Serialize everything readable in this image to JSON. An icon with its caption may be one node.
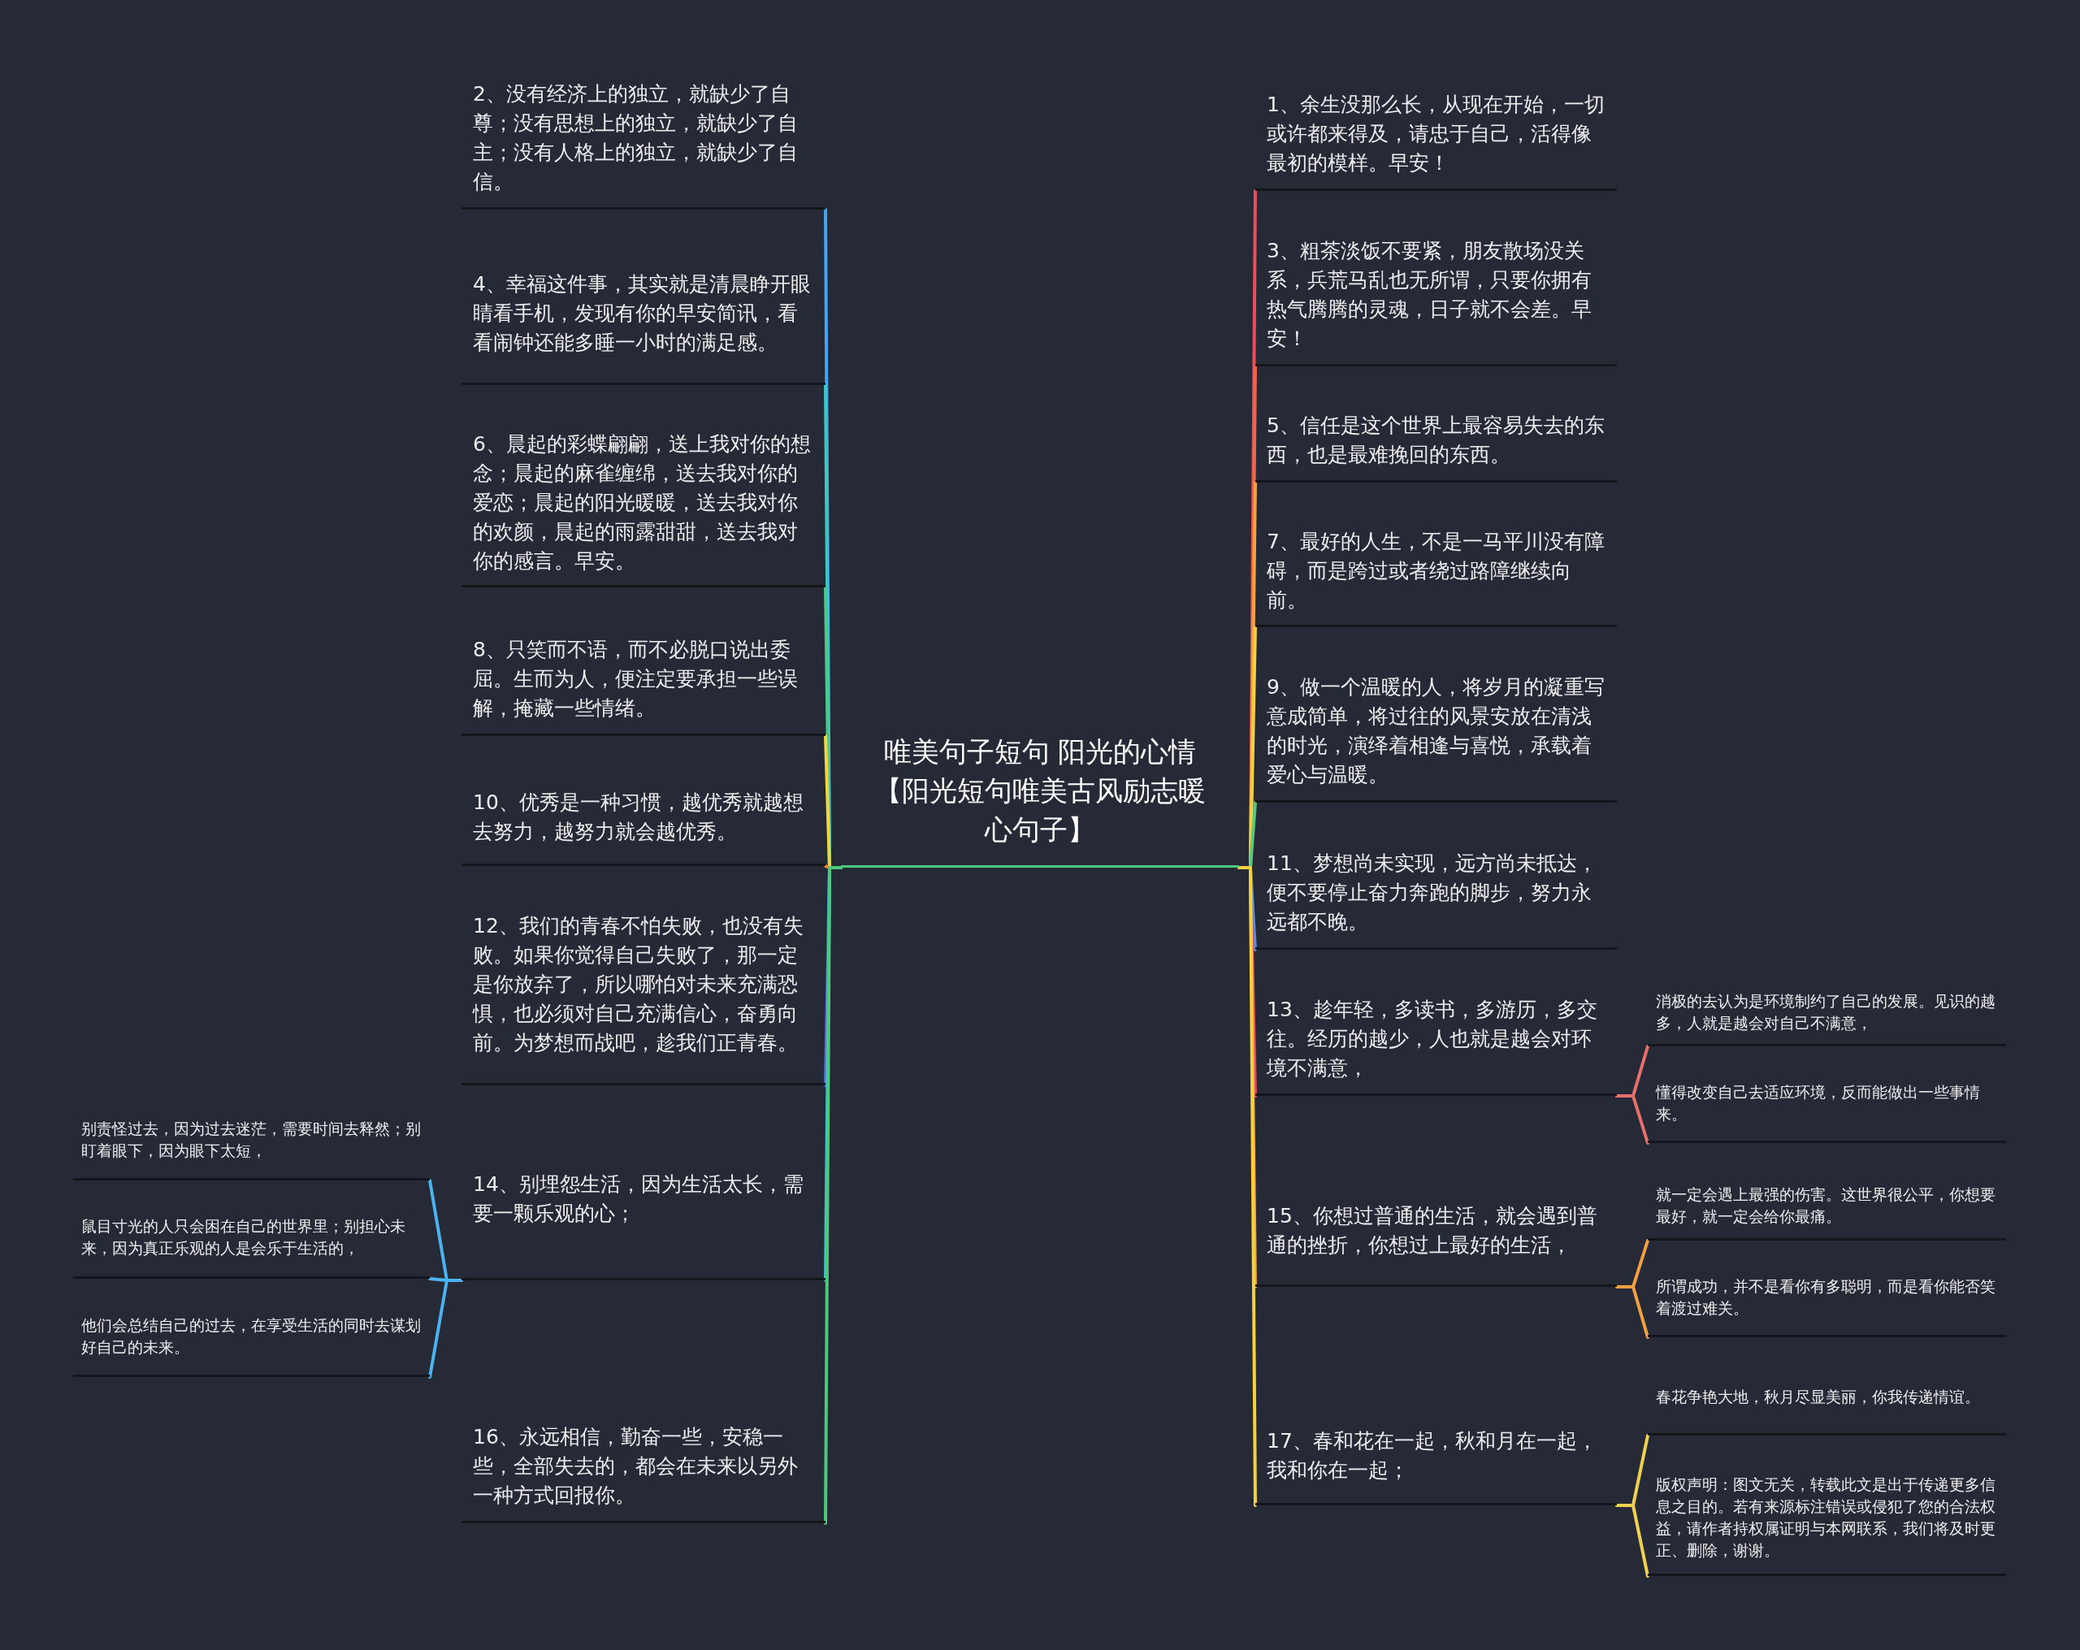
{
  "diagram": {
    "nodes": [
      {
        "text": [
          "唯美句子短句 阳光的心情【阳光短句唯美古风励志暖心句子】"
        ]
      },
      {
        "text": [
          "2、没有经济上的独立，就缺少了自尊；没有思想上的独立，就缺少了自主；没有人格上的独立，就缺少了自信。"
        ]
      },
      {
        "text": [
          "4、幸福这件事，其实就是清晨睁开眼睛看手机，发现有你的早安简讯，看看闹钟还能多睡一小时的满足感。"
        ]
      },
      {
        "text": [
          "6、晨起的彩蝶翩翩，送上我对你的想念；晨起的麻雀缠绵，送去我对你的爱恋；晨起的阳光暖暖，送去我对你的欢颜，晨起的雨露甜甜，送去我对你的感言。早安。"
        ]
      },
      {
        "text": [
          "8、只笑而不语，而不必脱口说出委屈。生而为人，便注定要承担一些误解，掩藏一些情绪。"
        ]
      },
      {
        "text": [
          "10、优秀是一种习惯，越优秀就越想去努力，越努力就会越优秀。"
        ]
      },
      {
        "text": [
          "12、我们的青春不怕失败，也没有失败。如果你觉得自己失败了，那一定是你放弃了，所以哪怕对未来充满恐惧，也必须对自己充满信心，奋勇向前。为梦想而战吧，趁我们正青春。"
        ]
      },
      {
        "text": [
          "14、别埋怨生活，因为生活太长，需要一颗乐观的心；"
        ]
      },
      {
        "text": [
          "别责怪过去，因为过去迷茫，需要时间去释然；别盯着眼下，因为眼下太短，"
        ]
      },
      {
        "text": [
          "鼠目寸光的人只会困在自己的世界里；别担心未来，因为真正乐观的人是会乐于生活的，"
        ]
      },
      {
        "text": [
          "他们会总结自己的过去，在享受生活的同时去谋划好自己的未来。"
        ]
      },
      {
        "text": [
          "16、永远相信，勤奋一些，安稳一些，全部失去的，都会在未来以另外一种方式回报你。"
        ]
      },
      {
        "text": [
          "1、余生没那么长，从现在开始，一切或许都来得及，请忠于自己，活得像最初的模样。早安！"
        ]
      },
      {
        "text": [
          "3、粗茶淡饭不要紧，朋友散场没关系，兵荒马乱也无所谓，只要你拥有热气腾腾的灵魂，日子就不会差。早安！"
        ]
      },
      {
        "text": [
          "5、信任是这个世界上最容易失去的东西，也是最难挽回的东西。"
        ]
      },
      {
        "text": [
          "7、最好的人生，不是一马平川没有障碍，而是跨过或者绕过路障继续向前。"
        ]
      },
      {
        "text": [
          "9、做一个温暖的人，将岁月的凝重写意成简单，将过往的风景安放在清浅的时光，演绎着相逢与喜悦，承载着爱心与温暖。"
        ]
      },
      {
        "text": [
          "11、梦想尚未实现，远方尚未抵达，便不要停止奋力奔跑的脚步，努力永远都不晚。"
        ]
      },
      {
        "text": [
          "13、趁年轻，多读书，多游历，多交往。经历的越少，人也就是越会对环境不满意，"
        ]
      },
      {
        "text": [
          "消极的去认为是环境制约了自己的发展。见识的越多，人就是越会对自己不满意，"
        ]
      },
      {
        "text": [
          "懂得改变自己去适应环境，反而能做出一些事情来。"
        ]
      },
      {
        "text": [
          "15、你想过普通的生活，就会遇到普通的挫折，你想过上最好的生活，"
        ]
      },
      {
        "text": [
          "就一定会遇上最强的伤害。这世界很公平，你想要最好，就一定会给你最痛。"
        ]
      },
      {
        "text": [
          "所谓成功，并不是看你有多聪明，而是看你能否笑着渡过难关。"
        ]
      },
      {
        "text": [
          "17、春和花在一起，秋和月在一起，我和你在一起；"
        ]
      },
      {
        "text": [
          "春花争艳大地，秋月尽显美丽，你我传递情谊。"
        ]
      },
      {
        "text": [
          "版权声明：图文无关，转载此文是出于传递更多信息之目的。若有来源标注错误或侵犯了您的合法权益，请作者持权属证明与本网联系，我们将及时更正、删除，谢谢。"
        ]
      }
    ],
    "edges": [
      {
        "from": 0,
        "to": 1,
        "arrow": "none",
        "color": "#42a5f5"
      },
      {
        "from": 0,
        "to": 2,
        "arrow": "none",
        "color": "#3cc8c0"
      },
      {
        "from": 0,
        "to": 3,
        "arrow": "none",
        "color": "#4cc98a"
      },
      {
        "from": 0,
        "to": 4,
        "arrow": "none",
        "color": "#f2d541"
      },
      {
        "from": 0,
        "to": 5,
        "arrow": "none",
        "color": "#f08a3c"
      },
      {
        "from": 0,
        "to": 6,
        "arrow": "none",
        "color": "#5b6ee1"
      },
      {
        "from": 0,
        "to": 7,
        "arrow": "none",
        "color": "#3ec1e0"
      },
      {
        "from": 7,
        "to": 8,
        "arrow": "none",
        "color": "#4ab3f0"
      },
      {
        "from": 7,
        "to": 9,
        "arrow": "none",
        "color": "#4ab3f0"
      },
      {
        "from": 7,
        "to": 10,
        "arrow": "none",
        "color": "#4ab3f0"
      },
      {
        "from": 0,
        "to": 11,
        "arrow": "none",
        "color": "#4cc97a"
      },
      {
        "from": 0,
        "to": 12,
        "arrow": "none",
        "color": "#e8505b"
      },
      {
        "from": 0,
        "to": 13,
        "arrow": "none",
        "color": "#f0644a"
      },
      {
        "from": 0,
        "to": 14,
        "arrow": "none",
        "color": "#f7a440"
      },
      {
        "from": 0,
        "to": 15,
        "arrow": "none",
        "color": "#f5d040"
      },
      {
        "from": 0,
        "to": 16,
        "arrow": "none",
        "color": "#5ac87a"
      },
      {
        "from": 0,
        "to": 17,
        "arrow": "none",
        "color": "#4a90e2"
      },
      {
        "from": 0,
        "to": 18,
        "arrow": "none",
        "color": "#e84a5f"
      },
      {
        "from": 18,
        "to": 19,
        "arrow": "none",
        "color": "#e8706a"
      },
      {
        "from": 18,
        "to": 20,
        "arrow": "none",
        "color": "#e8706a"
      },
      {
        "from": 0,
        "to": 21,
        "arrow": "none",
        "color": "#f5a442"
      },
      {
        "from": 21,
        "to": 22,
        "arrow": "none",
        "color": "#f5a040"
      },
      {
        "from": 21,
        "to": 23,
        "arrow": "none",
        "color": "#f5a040"
      },
      {
        "from": 0,
        "to": 24,
        "arrow": "none",
        "color": "#f5d040"
      },
      {
        "from": 24,
        "to": 25,
        "arrow": "none",
        "color": "#f0d050"
      },
      {
        "from": 24,
        "to": 26,
        "arrow": "none",
        "color": "#f0d050"
      }
    ]
  }
}
